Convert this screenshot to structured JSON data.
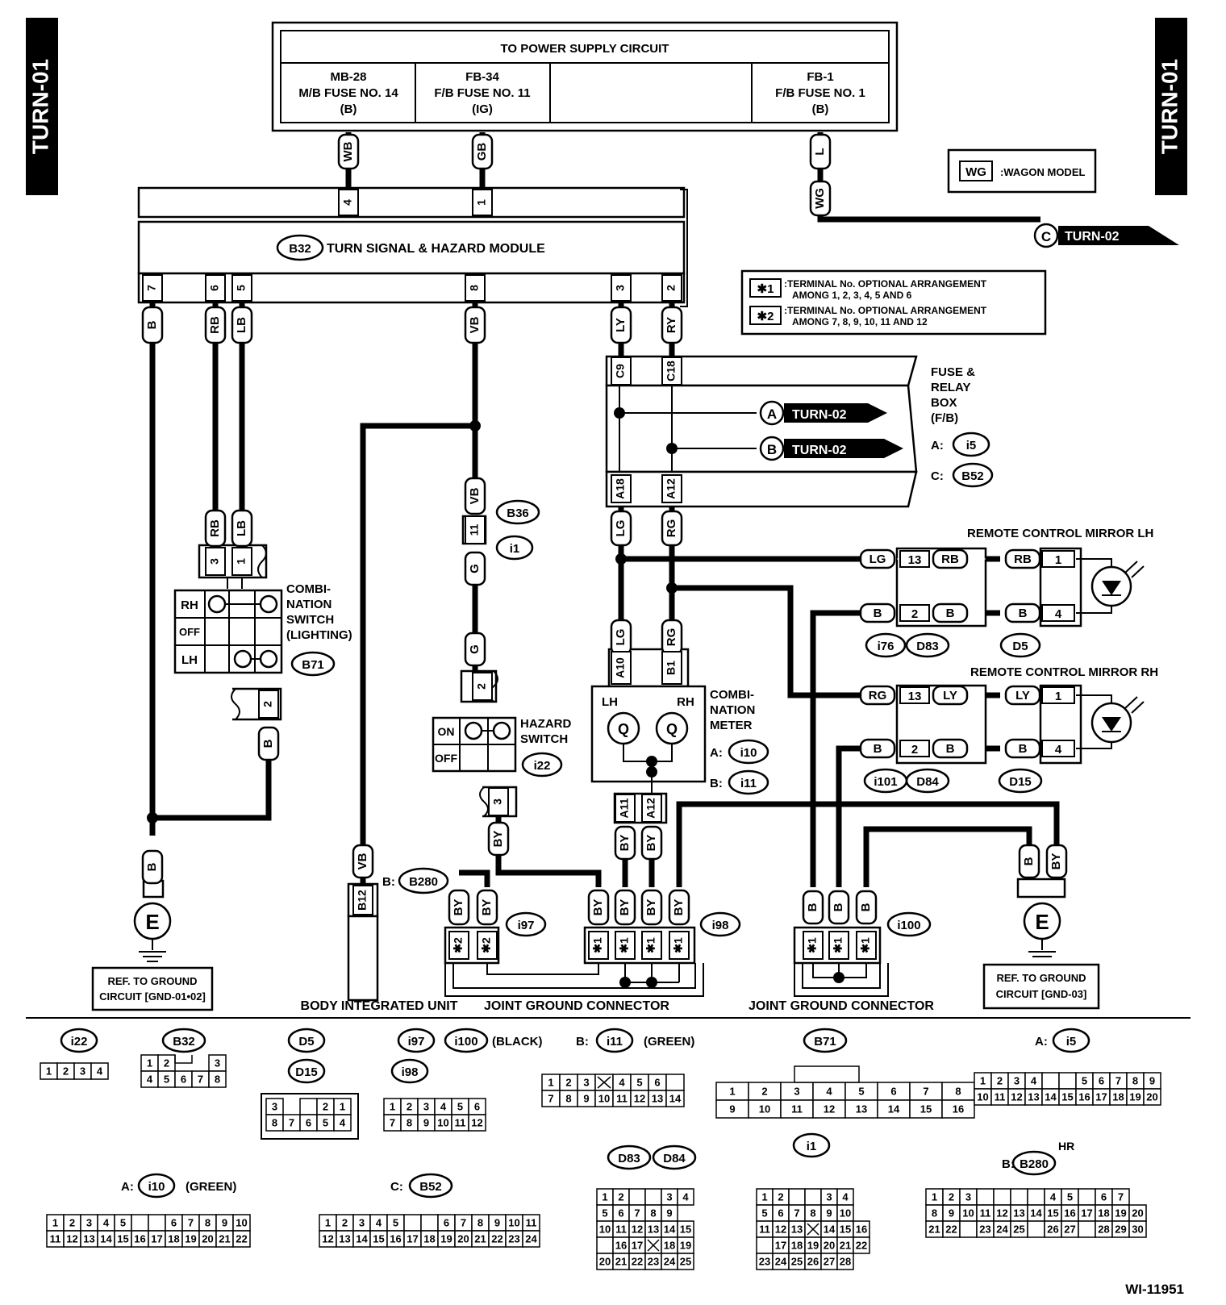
{
  "tabs": {
    "left": "TURN-01",
    "right": "TURN-01"
  },
  "power": {
    "title": "TO POWER SUPPLY CIRCUIT",
    "f1": [
      "MB-28",
      "M/B FUSE NO. 14",
      "(B)"
    ],
    "f2": [
      "FB-34",
      "F/B FUSE NO. 11",
      "(IG)"
    ],
    "f3": [
      "FB-1",
      "F/B FUSE NO. 1",
      "(B)"
    ]
  },
  "legend": {
    "wg": "WG",
    "wg_text": ":WAGON MODEL",
    "n1": "✱1",
    "t1a": ":TERMINAL No. OPTIONAL ARRANGEMENT",
    "t1b": "AMONG 1, 2, 3, 4, 5 AND 6",
    "n2": "✱2",
    "t2a": ":TERMINAL No. OPTIONAL ARRANGEMENT",
    "t2b": "AMONG 7, 8, 9, 10, 11 AND 12"
  },
  "module": {
    "id": "B32",
    "name": "TURN SIGNAL & HAZARD MODULE"
  },
  "refs": {
    "a": "A",
    "b": "B",
    "c": "C",
    "turn2": "TURN-02",
    "e": "E"
  },
  "fuse_box": {
    "l1": "FUSE &",
    "l2": "RELAY",
    "l3": "BOX",
    "l4": "(F/B)",
    "a": "A:",
    "a_id": "i5",
    "c": "C:",
    "c_id": "B52"
  },
  "mirror_lh": "REMOTE CONTROL MIRROR LH",
  "mirror_rh": "REMOTE CONTROL MIRROR RH",
  "comb_switch": {
    "l1": "COMBI-",
    "l2": "NATION",
    "l3": "SWITCH",
    "l4": "(LIGHTING)",
    "id": "B71",
    "rh": "RH",
    "off": "OFF",
    "lh": "LH"
  },
  "hazard": {
    "l1": "HAZARD",
    "l2": "SWITCH",
    "id": "i22",
    "on": "ON",
    "off": "OFF"
  },
  "meter": {
    "l1": "COMBI-",
    "l2": "NATION",
    "l3": "METER",
    "a": "A:",
    "a_id": "i10",
    "b": "B:",
    "b_id": "i11",
    "lh": "LH",
    "rh": "RH"
  },
  "conn": {
    "b36": "B36",
    "i1": "i1",
    "i76": "i76",
    "d83": "D83",
    "d5": "D5",
    "i101": "i101",
    "d84": "D84",
    "d15": "D15",
    "i97": "i97",
    "i98": "i98",
    "i100": "i100",
    "b280_pre": "B:",
    "b280": "B280"
  },
  "bottom": {
    "gnd1a": "REF. TO GROUND",
    "gnd1b": "CIRCUIT [GND-01•02]",
    "gnd3a": "REF. TO GROUND",
    "gnd3b": "CIRCUIT [GND-03]",
    "biu": "BODY INTEGRATED UNIT",
    "jgc1": "JOINT GROUND CONNECTOR",
    "jgc2": "JOINT GROUND CONNECTOR"
  },
  "wires": {
    "wb": "WB",
    "gb": "GB",
    "l": "L",
    "wg": "WG",
    "b": "B",
    "rb": "RB",
    "lb": "LB",
    "vb": "VB",
    "ly": "LY",
    "ry": "RY",
    "g": "G",
    "lg": "LG",
    "rg": "RG",
    "by": "BY"
  },
  "pins": {
    "p4": "4",
    "p1": "1",
    "p7": "7",
    "p6": "6",
    "p5": "5",
    "p8": "8",
    "p3": "3",
    "p2": "2",
    "c9": "C9",
    "c18": "C18",
    "a18": "A18",
    "a12": "A12",
    "p11": "11",
    "p13": "13",
    "a10": "A10",
    "b1": "B1",
    "a11": "A11",
    "b12": "B12",
    "s1": "✱1",
    "s2": "✱2"
  },
  "faces": {
    "black": "(BLACK)",
    "green": "(GREEN)",
    "hr": "HR",
    "a": "A:",
    "b": "B:",
    "c": "C:",
    "i22": "i22",
    "b32": "B32",
    "d5": "D5",
    "d15": "D15",
    "i97": "i97",
    "i98": "i98",
    "i100": "i100",
    "i11": "i11",
    "b71": "B71",
    "i5": "i5",
    "i10": "i10",
    "b52": "B52",
    "d83": "D83",
    "d84": "D84",
    "i1": "i1",
    "b280": "B280"
  },
  "code": "WI-11951"
}
